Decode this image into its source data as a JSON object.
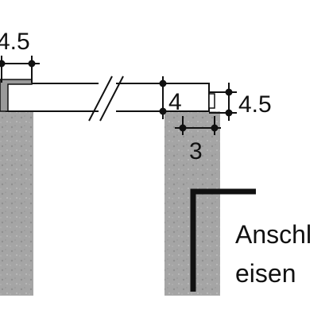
{
  "diagram": {
    "dimensions": {
      "top_left": "4.5",
      "slab_depth": "4",
      "right_edge": "4.5",
      "bearing": "3"
    },
    "label": {
      "line1": "Anschl",
      "line2": "eisen"
    },
    "colors": {
      "concrete": "#a3a3a3",
      "concrete_light": "#b8b8b8",
      "line": "#111111",
      "background": "#ffffff"
    }
  }
}
